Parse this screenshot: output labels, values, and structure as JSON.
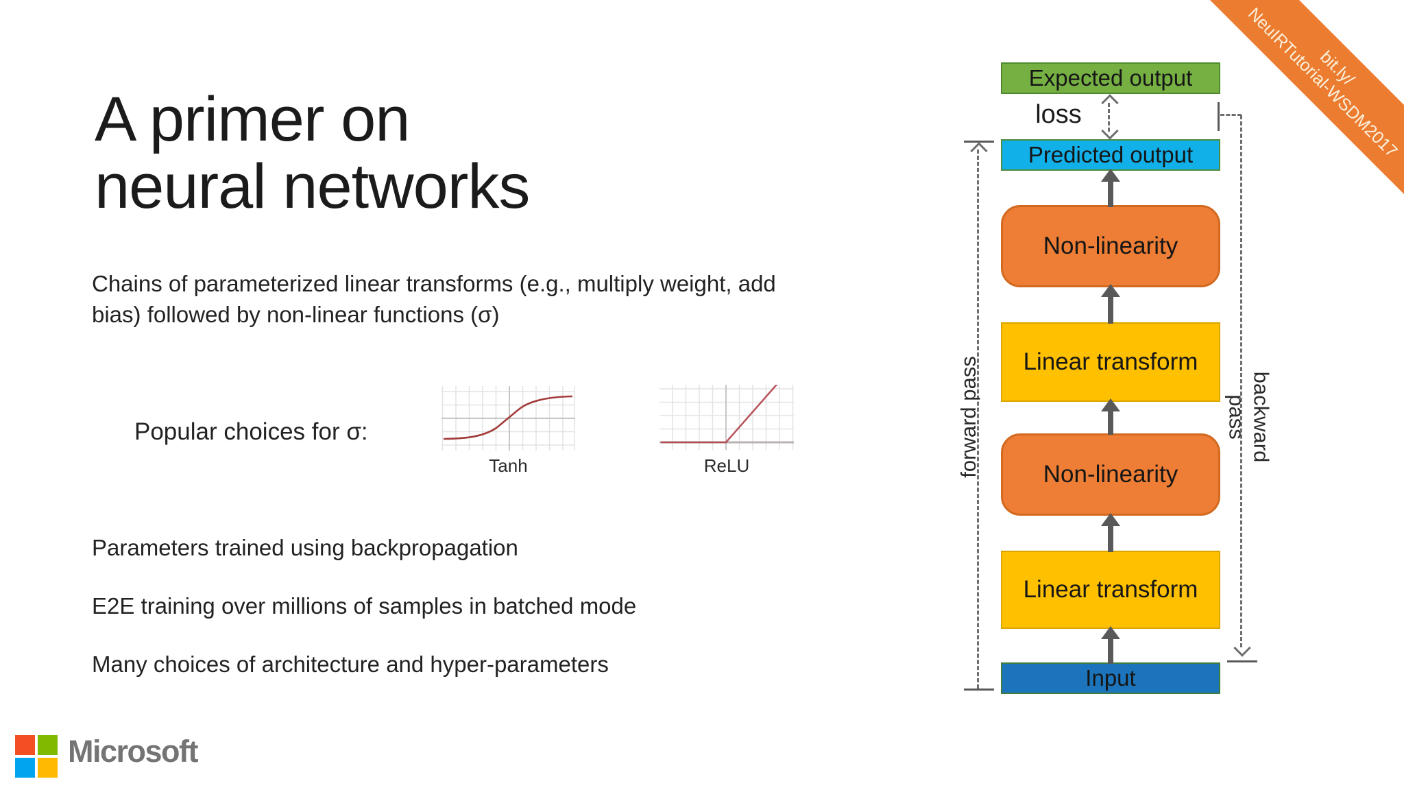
{
  "title": {
    "lines": [
      "A primer on",
      "neural networks"
    ]
  },
  "intro": {
    "text": "Chains of parameterized linear transforms (e.g., multiply weight, add\nbias) followed by non-linear functions (σ)"
  },
  "sigma": {
    "label": "Popular choices for σ:",
    "plots": [
      {
        "name": "Tanh"
      },
      {
        "name": "ReLU"
      }
    ],
    "curve_color": "#a33b3b"
  },
  "statements": [
    "Parameters trained using backpropagation",
    "E2E training over millions of samples in batched mode",
    "Many choices of architecture and hyper-parameters"
  ],
  "diagram": {
    "boxes": [
      {
        "label": "Expected output",
        "fill": "#76b043",
        "border": "#4e8b2e"
      },
      {
        "label": "Predicted output",
        "fill": "#12b0e8",
        "border": "#4f8c3f"
      },
      {
        "label": "Non-linearity",
        "fill": "#ee7e35",
        "border": "#d2691e"
      },
      {
        "label": "Linear transform",
        "fill": "#ffc000",
        "border": "#dca600"
      },
      {
        "label": "Non-linearity",
        "fill": "#ee7e35",
        "border": "#d2691e"
      },
      {
        "label": "Linear transform",
        "fill": "#ffc000",
        "border": "#dca600"
      },
      {
        "label": "Input",
        "fill": "#1c75bc",
        "border": "#3f7d3f"
      }
    ],
    "loss_label": "loss",
    "forward_label": "forward pass",
    "backward_label": [
      "backward",
      "pass"
    ],
    "arrow_color": "#595959",
    "dash_color": "#6e6e6e"
  },
  "ribbon": {
    "lines": [
      "bit.ly/",
      "NeuIRTutorial-WSDM2017"
    ],
    "bg": "#ec7c30",
    "fg": "#faf0dc"
  },
  "footer": {
    "brand": "Microsoft",
    "brand_color": "#747474",
    "logo_colors": [
      "#f25022",
      "#7fba00",
      "#00a4ef",
      "#ffb900"
    ]
  }
}
